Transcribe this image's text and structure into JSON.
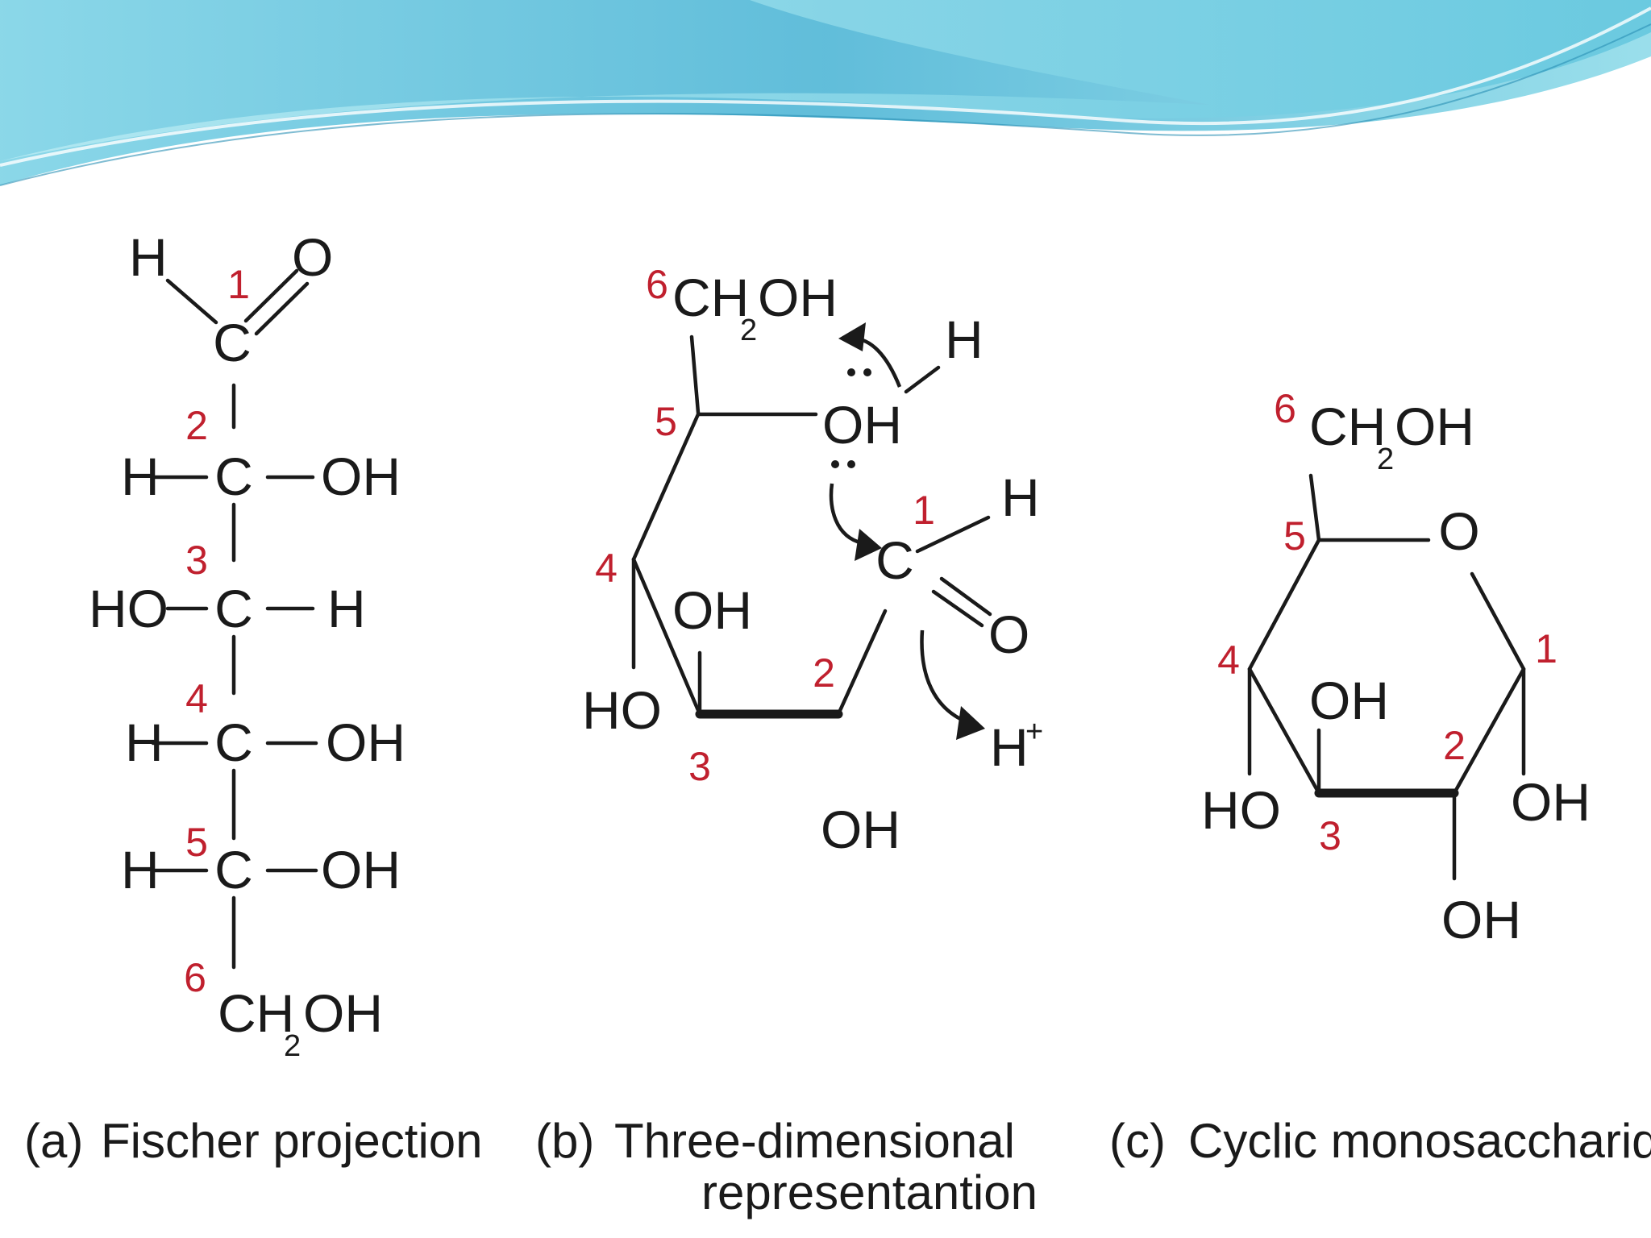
{
  "colors": {
    "accent": "#c0202e",
    "ink": "#1a1a1a",
    "banner": "#5cc3dd"
  },
  "atoms": {
    "H": "H",
    "O": "O",
    "C": "C",
    "OH": "OH",
    "HO": "HO",
    "CH": "CH",
    "sub2": "2",
    "Hplus": "H",
    "plus": "+"
  },
  "numbers": {
    "n1": "1",
    "n2": "2",
    "n3": "3",
    "n4": "4",
    "n5": "5",
    "n6": "6"
  },
  "captions": {
    "a_marker": "(a)",
    "a_text": "Fischer projection",
    "b_marker": "(b)",
    "b_text_1": "Three-dimensional",
    "b_text_2": "representantion",
    "c_marker": "(c)",
    "c_text": "Cyclic monosaccharide"
  }
}
